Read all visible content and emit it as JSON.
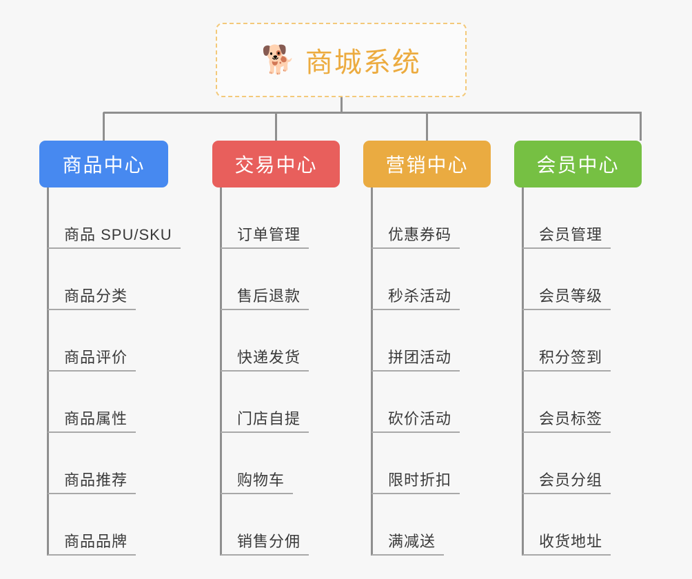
{
  "diagram": {
    "title": "商城系统",
    "type": "org-chart",
    "background_color": "#f7f7f7",
    "connector_color": "#8f8f8f",
    "underline_color": "#a8a8a8"
  },
  "root": {
    "label": "商城系统",
    "icon": "🐕",
    "icon_name": "shiba-dog-icon",
    "text_color": "#ecab3f",
    "border_color": "#f3c97a",
    "background_color": "#fbfbfb"
  },
  "branches": [
    {
      "label": "商品中心",
      "color": "#4789f0",
      "items": [
        {
          "label": "商品 SPU/SKU"
        },
        {
          "label": "商品分类"
        },
        {
          "label": "商品评价"
        },
        {
          "label": "商品属性"
        },
        {
          "label": "商品推荐"
        },
        {
          "label": "商品品牌"
        }
      ]
    },
    {
      "label": "交易中心",
      "color": "#e85f5c",
      "items": [
        {
          "label": "订单管理"
        },
        {
          "label": "售后退款"
        },
        {
          "label": "快递发货"
        },
        {
          "label": "门店自提"
        },
        {
          "label": "购物车"
        },
        {
          "label": "销售分佣"
        }
      ]
    },
    {
      "label": "营销中心",
      "color": "#eaab41",
      "items": [
        {
          "label": "优惠券码"
        },
        {
          "label": "秒杀活动"
        },
        {
          "label": "拼团活动"
        },
        {
          "label": "砍价活动"
        },
        {
          "label": "限时折扣"
        },
        {
          "label": "满减送"
        }
      ]
    },
    {
      "label": "会员中心",
      "color": "#76c043",
      "items": [
        {
          "label": "会员管理"
        },
        {
          "label": "会员等级"
        },
        {
          "label": "积分签到"
        },
        {
          "label": "会员标签"
        },
        {
          "label": "会员分组"
        },
        {
          "label": "收货地址"
        }
      ]
    }
  ]
}
